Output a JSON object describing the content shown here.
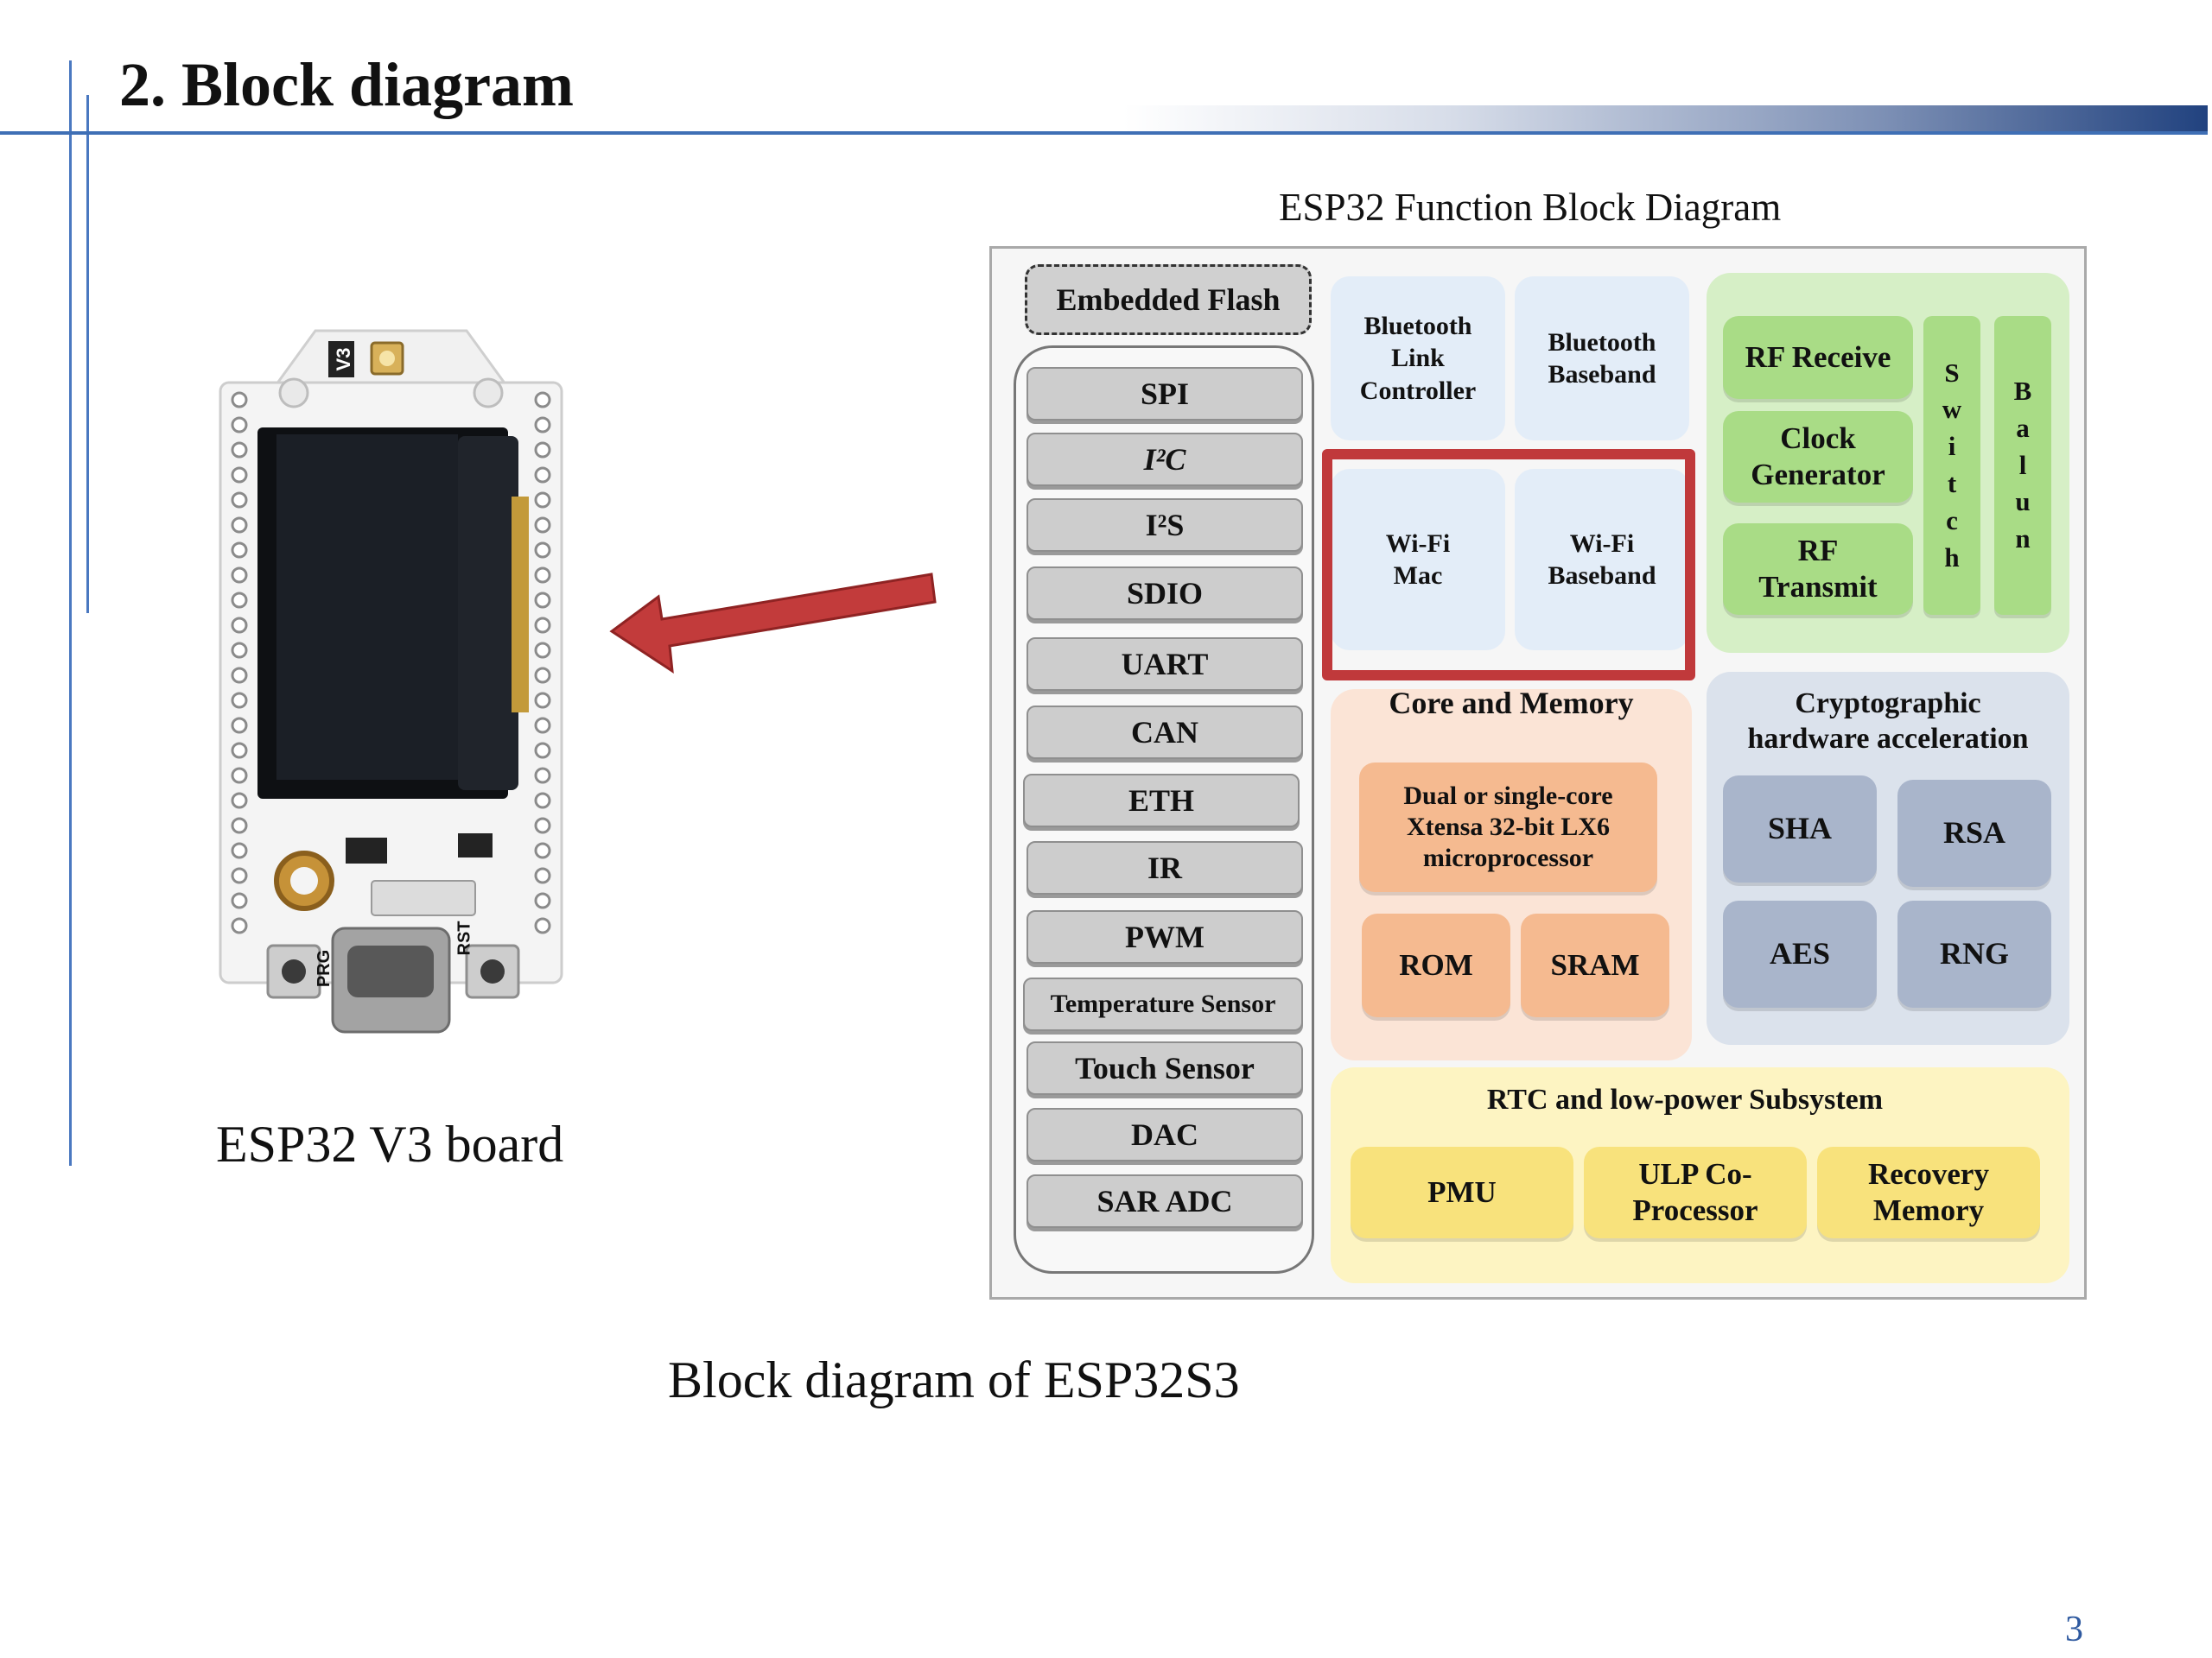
{
  "slide": {
    "title": "2. Block diagram",
    "page_number": "3"
  },
  "board": {
    "image_icon": "esp32-v3-board-photo",
    "caption": "ESP32 V3 board",
    "silkscreen": {
      "version": "V3",
      "prg": "PRG",
      "rst": "RST"
    }
  },
  "arrow": {
    "icon": "left-arrow",
    "color": "#c23b3b"
  },
  "diagram": {
    "title": "ESP32 Function Block Diagram",
    "caption": "Block diagram of ESP32S3",
    "embedded_flash": "Embedded Flash",
    "peripherals": [
      "SPI",
      "I²C",
      "I²S",
      "SDIO",
      "UART",
      "CAN",
      "ETH",
      "IR",
      "PWM",
      "Temperature Sensor",
      "Touch Sensor",
      "DAC",
      "SAR ADC"
    ],
    "bluetooth": {
      "link_controller": "Bluetooth Link Controller",
      "baseband": "Bluetooth Baseband"
    },
    "wifi": {
      "mac": "Wi-Fi Mac",
      "baseband": "Wi-Fi Baseband",
      "highlight_color": "#c0393b"
    },
    "rf": {
      "receive": "RF Receive",
      "clock": "Clock Generator",
      "transmit": "RF Transmit",
      "switch": [
        "S",
        "w",
        "i",
        "t",
        "c",
        "h"
      ],
      "balun": [
        "B",
        "a",
        "l",
        "u",
        "n"
      ]
    },
    "core": {
      "label": "Core and Memory",
      "cpu": "Dual or single-core Xtensa 32-bit LX6 microprocessor",
      "rom": "ROM",
      "sram": "SRAM"
    },
    "crypto": {
      "label": "Cryptographic hardware acceleration",
      "sha": "SHA",
      "rsa": "RSA",
      "aes": "AES",
      "rng": "RNG"
    },
    "rtc": {
      "label": "RTC and low-power Subsystem",
      "pmu": "PMU",
      "ulp": "ULP Co-Processor",
      "recovery": "Recovery Memory"
    }
  }
}
